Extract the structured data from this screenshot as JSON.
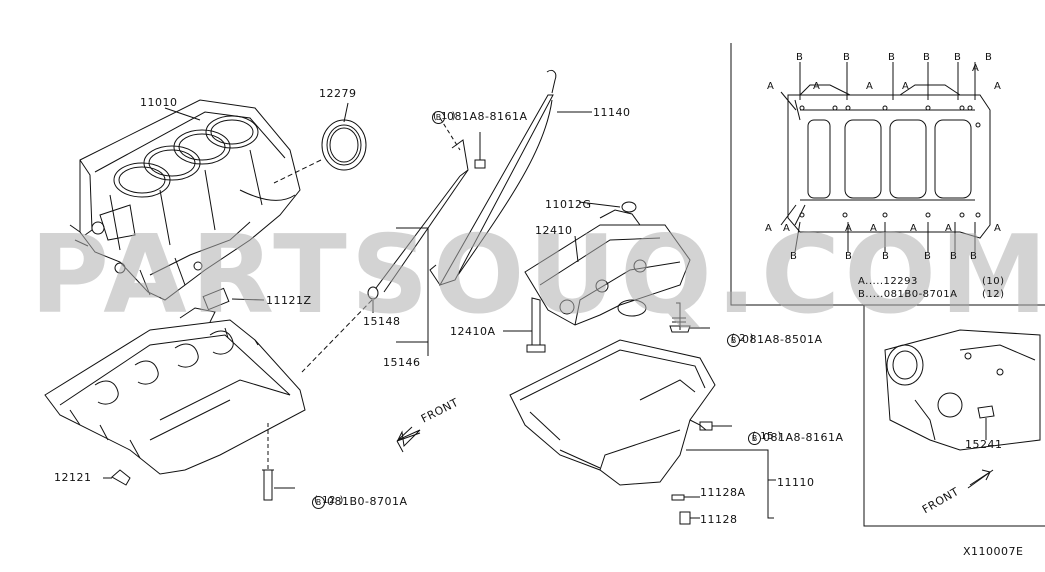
{
  "watermark": "PARTSOUQ.COM",
  "diagram_id": "X110007E",
  "parts": {
    "p11010": "11010",
    "p12279": "12279",
    "p11140": "11140",
    "p11012G": "11012G",
    "p12410": "12410",
    "p11121Z": "11121Z",
    "p15148": "15148",
    "p15146": "15146",
    "p12410A": "12410A",
    "p12121": "12121",
    "p11110": "11110",
    "p11128A": "11128A",
    "p11128": "11128",
    "p15241": "15241"
  },
  "bolts": {
    "b1_code": "081A8-8161A",
    "b1_qty": "( 1 )",
    "b2_code": "081A8-8501A",
    "b2_qty": "( 2 )",
    "b3_code": "081A8-8161A",
    "b3_qty": "( 15 )",
    "b4_code": "081B0-8701A",
    "b4_qty": "( 12 )"
  },
  "bolt_marker": "B",
  "front_label": "FRONT",
  "inset": {
    "marker_a": "A",
    "marker_b": "B",
    "legend_a": "A.....12293",
    "legend_a_qty": "(10)",
    "legend_b": "B.....081B0-8701A",
    "legend_b_qty": "(12)"
  }
}
